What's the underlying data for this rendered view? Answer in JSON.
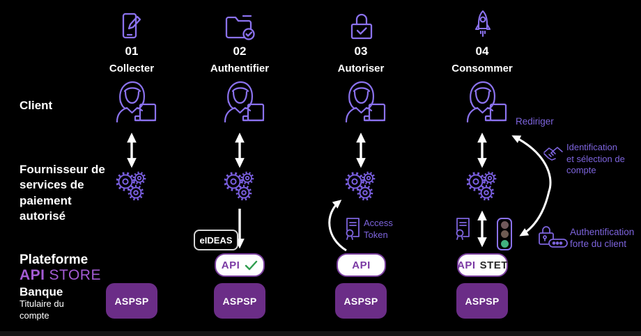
{
  "steps": [
    {
      "number": "01",
      "label": "Collecter",
      "icon": "phone-edit-icon"
    },
    {
      "number": "02",
      "label": "Authentifier",
      "icon": "folder-check-icon"
    },
    {
      "number": "03",
      "label": "Autoriser",
      "icon": "lock-check-icon"
    },
    {
      "number": "04",
      "label": "Consommer",
      "icon": "rocket-icon"
    }
  ],
  "row_labels": {
    "client": "Client",
    "provider": "Fournisseur de\nservices de\npaiement\nautorisé",
    "platform": "Plateforme",
    "platform_brand_bold": "API",
    "platform_brand_light": "STORE",
    "bank": "Banque",
    "bank_sub": "Titulaire du\ncompte"
  },
  "boxes": {
    "eideas": "eIDEAS",
    "api": "API",
    "stet": "STET",
    "aspsp": "ASPSP"
  },
  "annotations": {
    "rediriger": "Rediriger",
    "access_token": "Access\nToken",
    "identification": "Identification\net sélection de\ncompte",
    "strong_auth": "Authentification\nforte du client"
  },
  "icons": {
    "step_icons": [
      "phone-edit-icon",
      "folder-check-icon",
      "lock-check-icon",
      "rocket-icon"
    ],
    "client_icon": "woman-laptop-icon",
    "provider_icon": "gears-icon",
    "token_icon": "certificate-icon",
    "signal_icon": "traffic-light-icon",
    "identification_icon": "handshake-icon",
    "strong_auth_icon": "lock-password-icon",
    "api_ok_icon": "green-check-icon"
  },
  "colors": {
    "background": "#000000",
    "icon_purple": "#8b72ee",
    "gear_purple": "#7a5fe0",
    "annotation_purple": "#7d64dd",
    "brand_purple": "#a45bd4",
    "aspsp_fill": "#6b2d87",
    "api_border": "#7a3f9e",
    "api_text": "#7b3aa4",
    "stet_text": "#2b2b2b",
    "check_green": "#2f9e4f",
    "traffic_green": "#41b07e",
    "traffic_off": "#6e5a55",
    "eideas_border": "#d6d6d6",
    "arrow_white": "#ffffff"
  }
}
